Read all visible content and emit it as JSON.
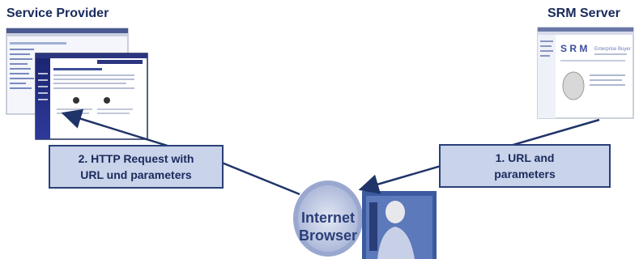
{
  "titles": {
    "service_provider": "Service Provider",
    "srm_server": "SRM Server"
  },
  "boxes": {
    "http_request": [
      "2. HTTP Request with",
      "URL und parameters"
    ],
    "url_params": [
      "1. URL and",
      "parameters"
    ]
  },
  "browser": {
    "line1": "Internet",
    "line2": "Browser"
  },
  "srm_screenshot": {
    "logo": "S R M",
    "product": "Enterprise Buyer"
  },
  "colors": {
    "box_fill": "#c9d3ea",
    "box_border": "#2a3f78",
    "title": "#1a2a5c",
    "arrow": "#1f3468"
  }
}
